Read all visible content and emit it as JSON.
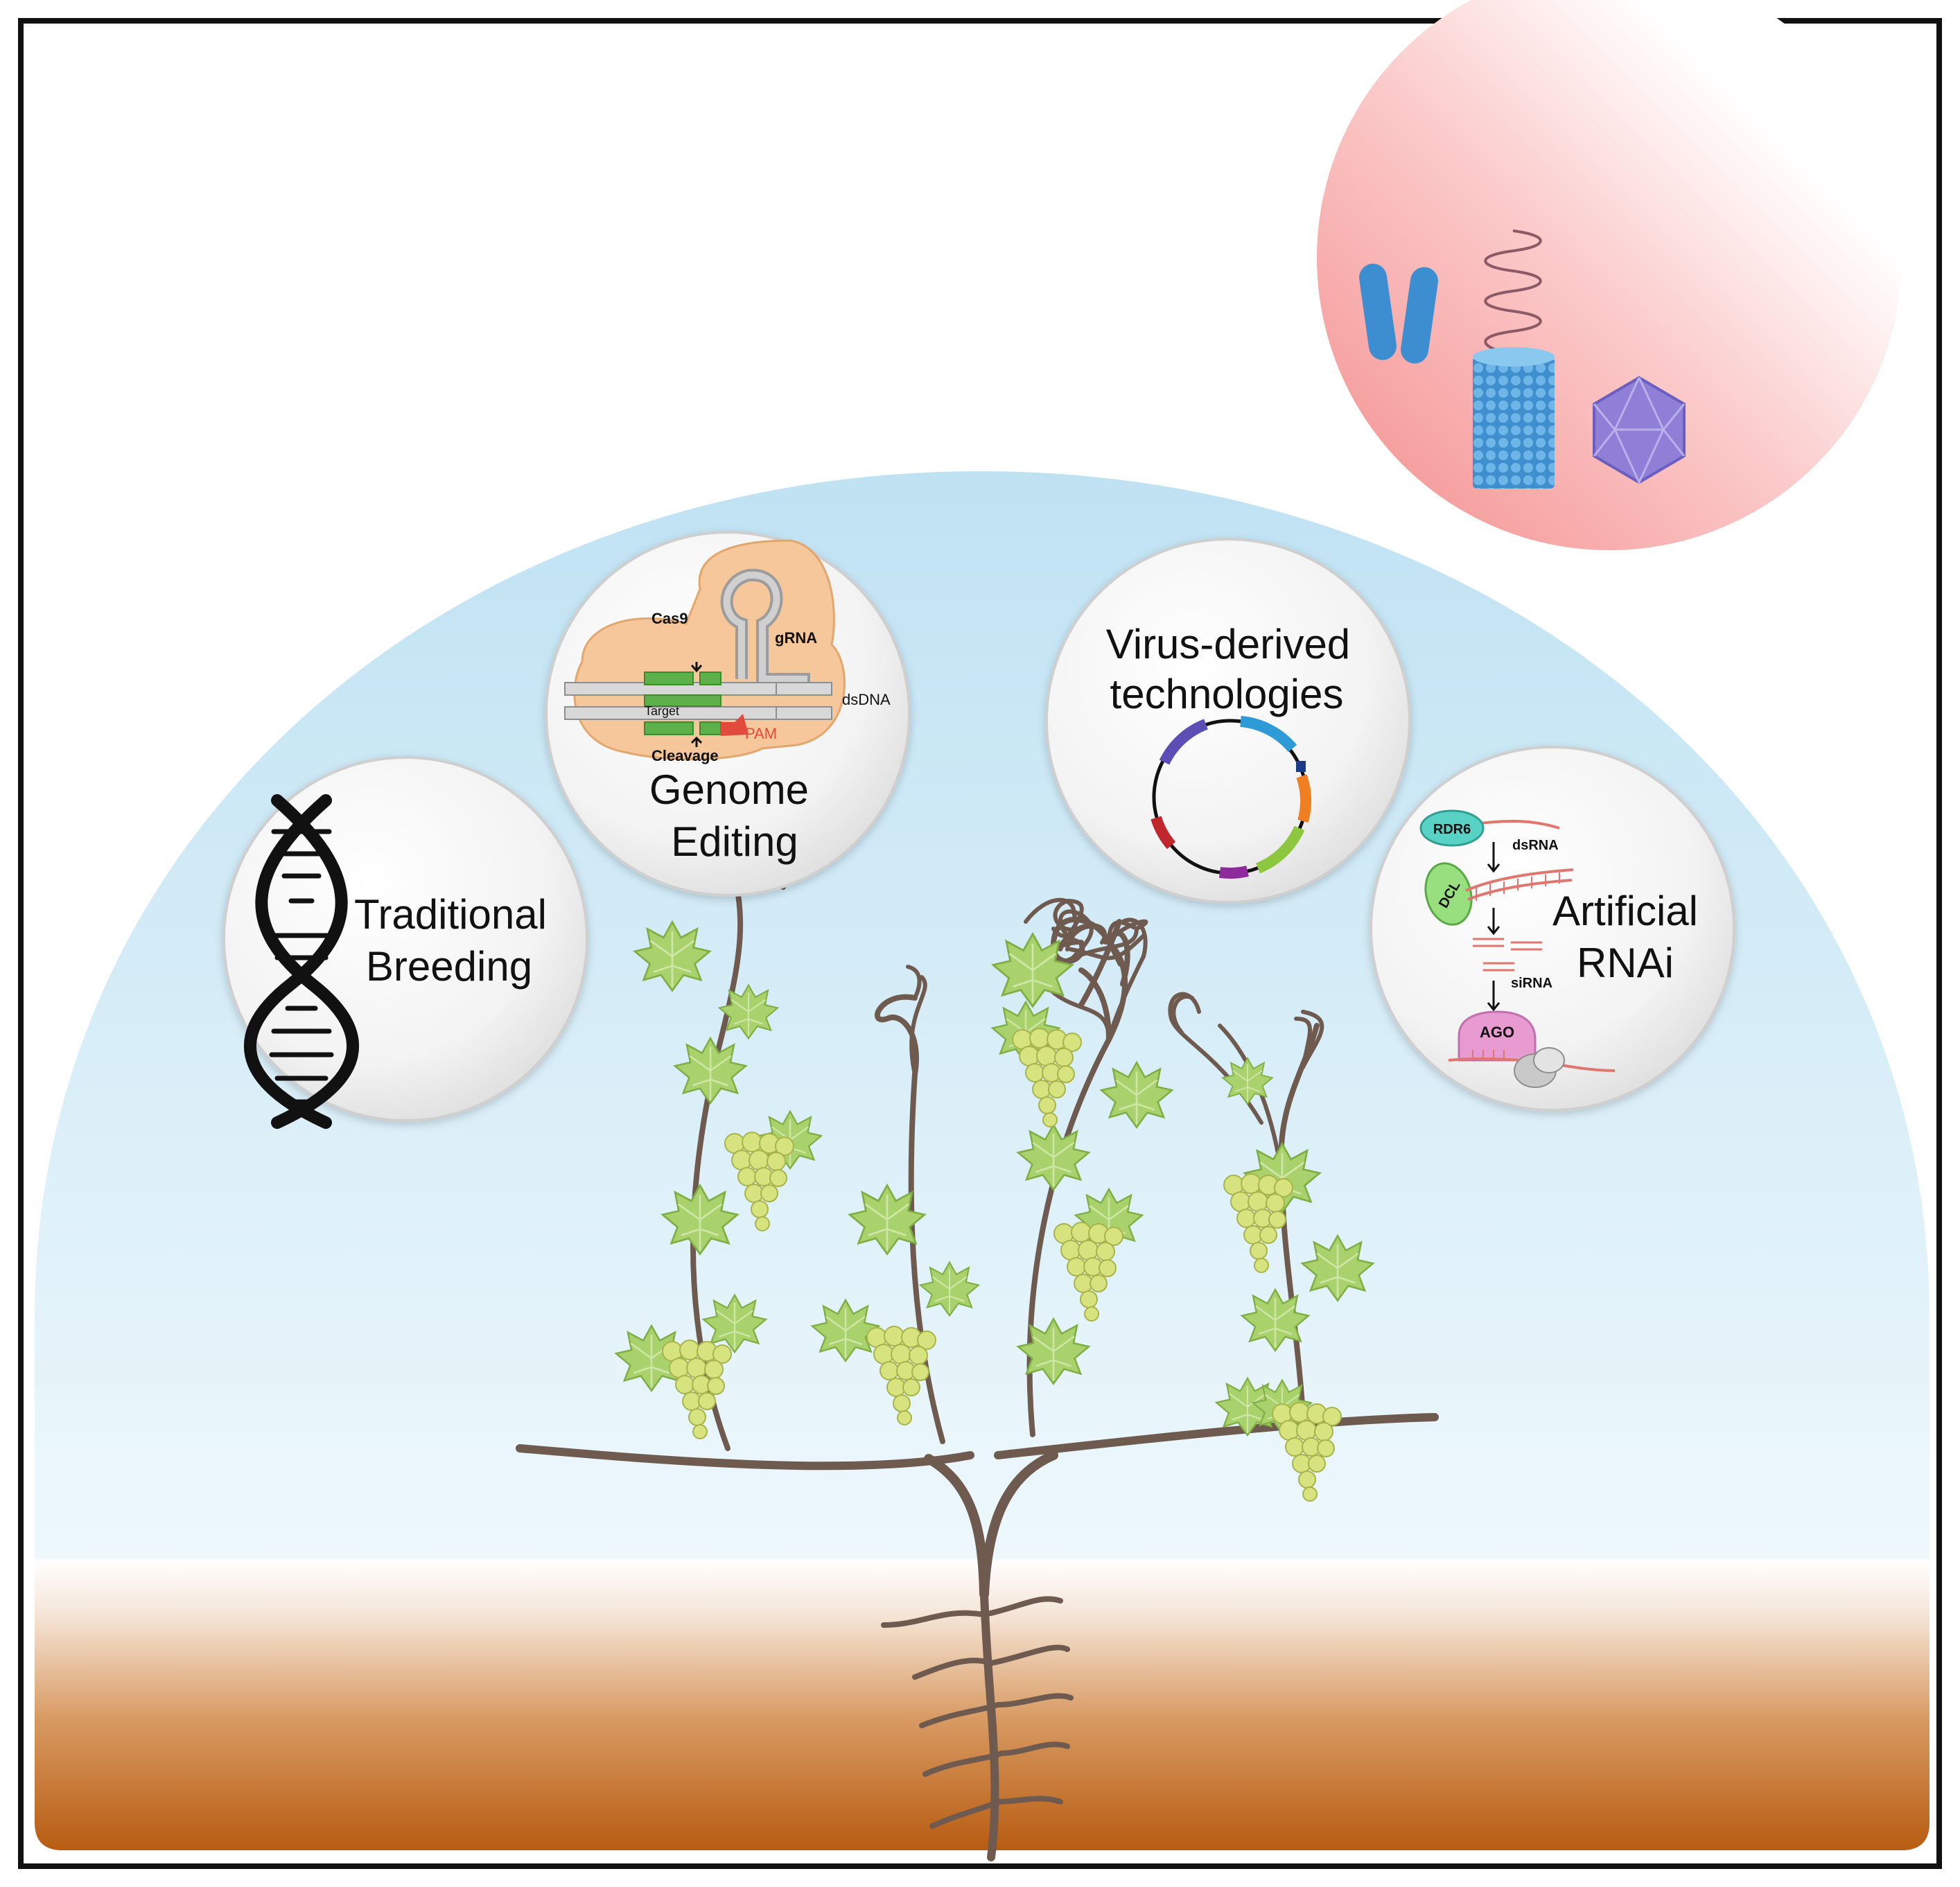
{
  "labels": {
    "breeding_line1": "Traditional",
    "breeding_line2": "Breeding",
    "genome_line1": "Genome",
    "genome_line2": "Editing",
    "virus_line1": "Virus-derived",
    "virus_line2": "technologies",
    "rnai_line1": "Artificial",
    "rnai_line2": "RNAi"
  },
  "genome_diagram": {
    "cas9": "Cas9",
    "grna": "gRNA",
    "dsdna": "dsDNA",
    "target": "Target",
    "pam": "PAM",
    "cleavage": "Cleavage"
  },
  "rnai_diagram": {
    "rdr6": "RDR6",
    "dsrna": "dsRNA",
    "dcl": "DCL",
    "sirna": "siRNA",
    "ago": "AGO"
  },
  "colors": {
    "border": "#111111",
    "dome_top": "#bfe2f3",
    "dome_bottom": "#eef8fc",
    "soil_top": "#ffffff",
    "soil_bottom": "#b85c12",
    "pathogen_circle": "#f7a2a2",
    "vine": "#6e5a4e",
    "leaf": "#a9d26d",
    "grape": "#d7e37f",
    "cas9_body": "#f6c79a",
    "target_green": "#5db04a",
    "pam_red": "#e24a3c",
    "plasmid_blue": "#2e9bd6",
    "rdr6_teal": "#58d2c4",
    "dcl_green": "#98e07f",
    "ago_pink": "#e79bd1",
    "rna_red": "#e0766e"
  }
}
